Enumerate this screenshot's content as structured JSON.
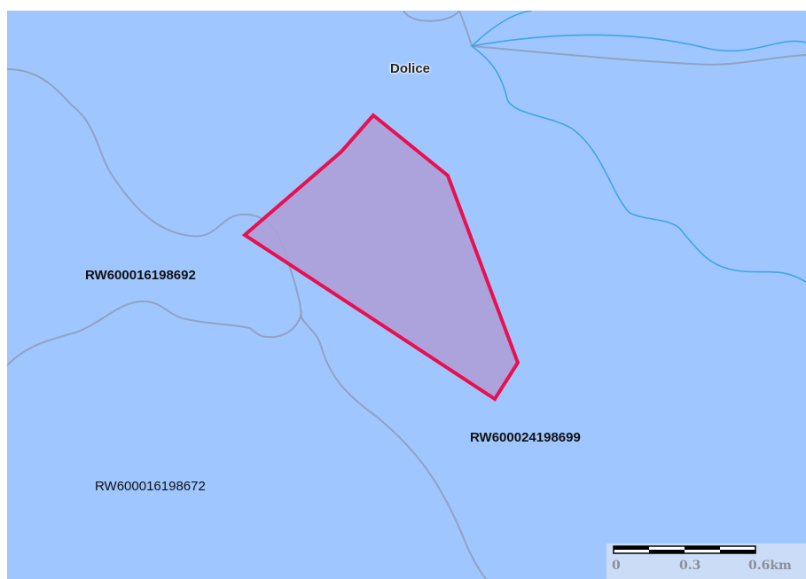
{
  "map": {
    "place_name": "Dolice",
    "parcel_labels": {
      "west": "RW600016198692",
      "selected": "RW600024198699",
      "south_west": "RW600016198672"
    },
    "highlighted_parcel": "RW600024198699"
  },
  "scale_bar": {
    "tick_0": "0",
    "tick_1": "0.3",
    "tick_2": "0.6km"
  },
  "colors": {
    "background": "#9fc6ff",
    "road": "#8fa4bf",
    "river": "#3fa4ea",
    "parcel_fill": "#ad9fd9",
    "parcel_stroke": "#e8104e"
  }
}
